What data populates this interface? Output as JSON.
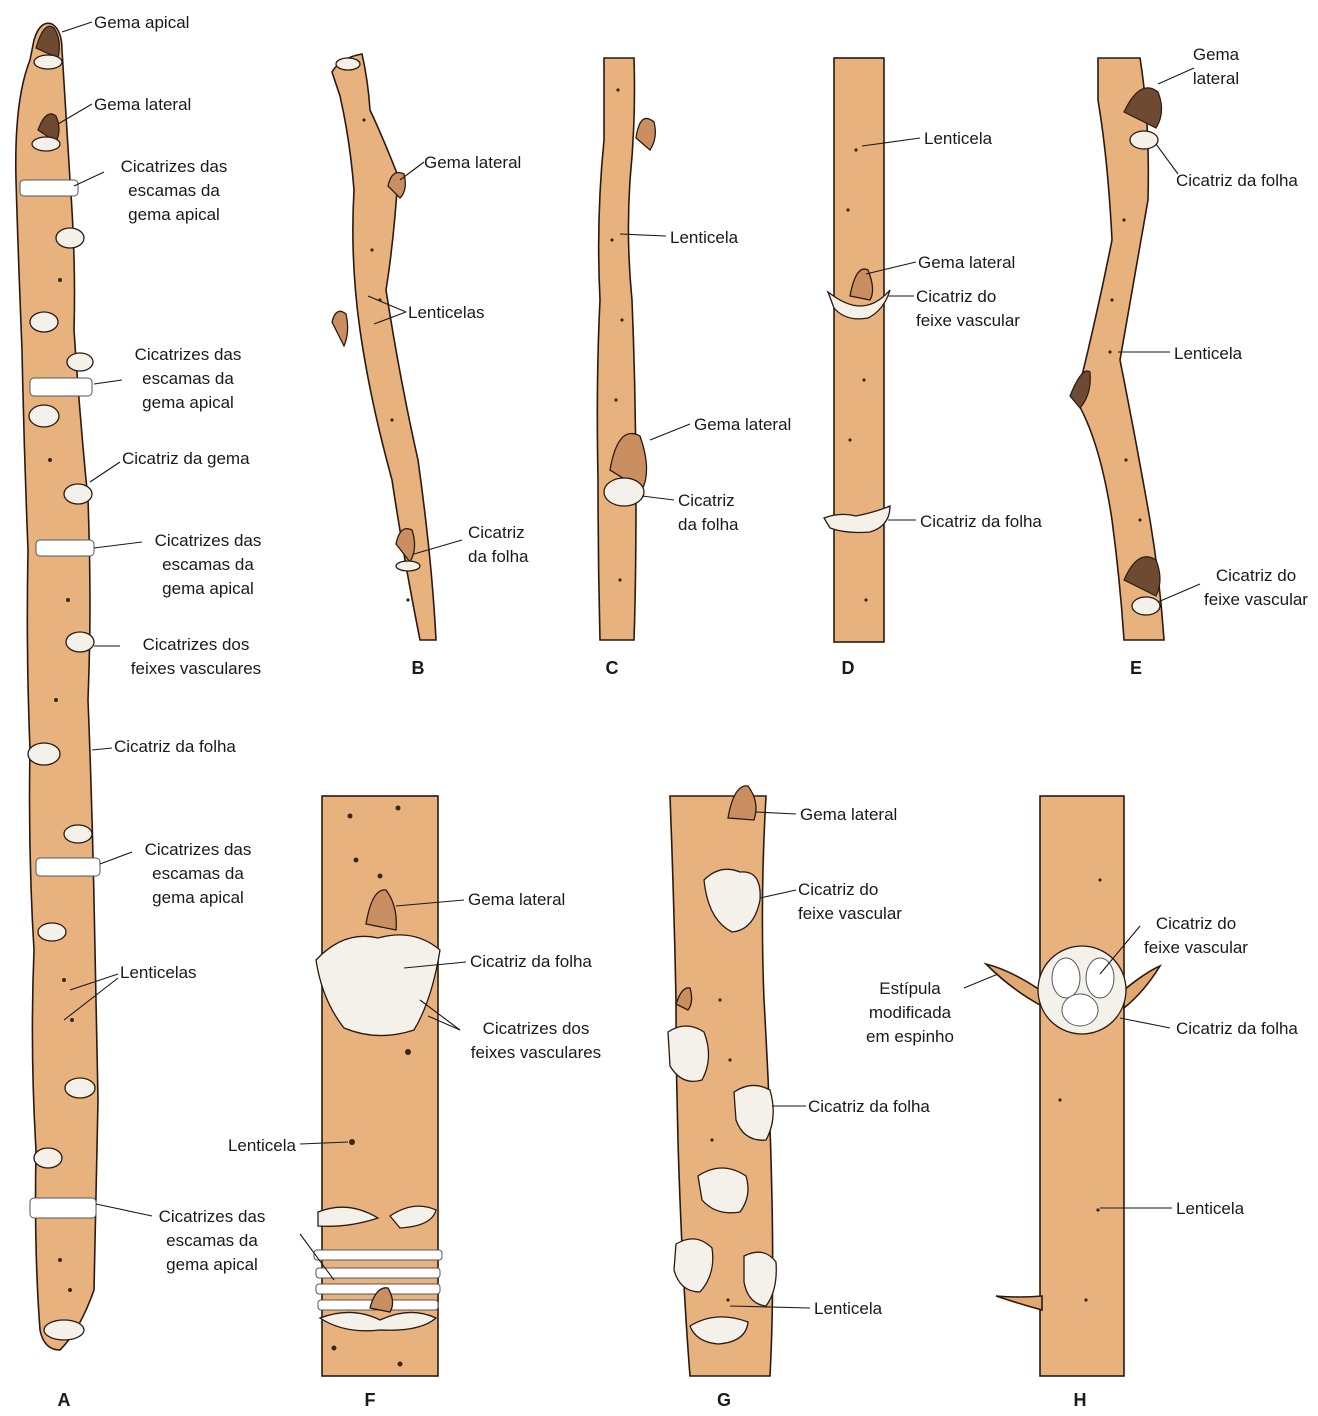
{
  "panels": [
    "A",
    "B",
    "C",
    "D",
    "E",
    "F",
    "G",
    "H"
  ],
  "labels": {
    "a1": [
      "Gema apical"
    ],
    "a2": [
      "Gema lateral"
    ],
    "a3": [
      "Cicatrizes das",
      "escamas da",
      "gema apical"
    ],
    "a4": [
      "Cicatrizes das",
      "escamas da",
      "gema apical"
    ],
    "a5": [
      "Cicatriz da gema"
    ],
    "a6": [
      "Cicatrizes das",
      "escamas da",
      "gema apical"
    ],
    "a7": [
      "Cicatrizes dos",
      "feixes vasculares"
    ],
    "a8": [
      "Cicatriz da folha"
    ],
    "a9": [
      "Cicatrizes das",
      "escamas da",
      "gema apical"
    ],
    "a10": [
      "Lenticelas"
    ],
    "b1": [
      "Gema lateral"
    ],
    "b2": [
      "Lenticelas"
    ],
    "b3": [
      "Cicatriz",
      "da folha"
    ],
    "c1": [
      "Lenticela"
    ],
    "c2": [
      "Gema lateral"
    ],
    "c3": [
      "Cicatriz",
      "da folha"
    ],
    "d1": [
      "Lenticela"
    ],
    "d2": [
      "Gema lateral"
    ],
    "d3": [
      "Cicatriz do",
      "feixe vascular"
    ],
    "d4": [
      "Cicatriz da folha"
    ],
    "e1": [
      "Gema",
      "lateral"
    ],
    "e2": [
      "Cicatriz da folha"
    ],
    "e3": [
      "Lenticela"
    ],
    "e4": [
      "Cicatriz do",
      "feixe vascular"
    ],
    "f1": [
      "Gema lateral"
    ],
    "f2": [
      "Cicatriz da folha"
    ],
    "f3": [
      "Cicatrizes dos",
      "feixes vasculares"
    ],
    "f4": [
      "Lenticela"
    ],
    "f5": [
      "Cicatrizes das",
      "escamas da",
      "gema apical"
    ],
    "g1": [
      "Gema lateral"
    ],
    "g2": [
      "Cicatriz do",
      "feixe vascular"
    ],
    "g3": [
      "Cicatriz da folha"
    ],
    "g4": [
      "Lenticela"
    ],
    "h1": [
      "Cicatriz do",
      "feixe vascular"
    ],
    "h2": [
      "Estípula",
      "modificada",
      "em espinho"
    ],
    "h3": [
      "Cicatriz da folha"
    ],
    "h4": [
      "Lenticela"
    ]
  },
  "colors": {
    "stem": "#e8b27f",
    "outline": "#2a1a10",
    "scar": "#f4f1ea",
    "bud": "#c98f60"
  }
}
